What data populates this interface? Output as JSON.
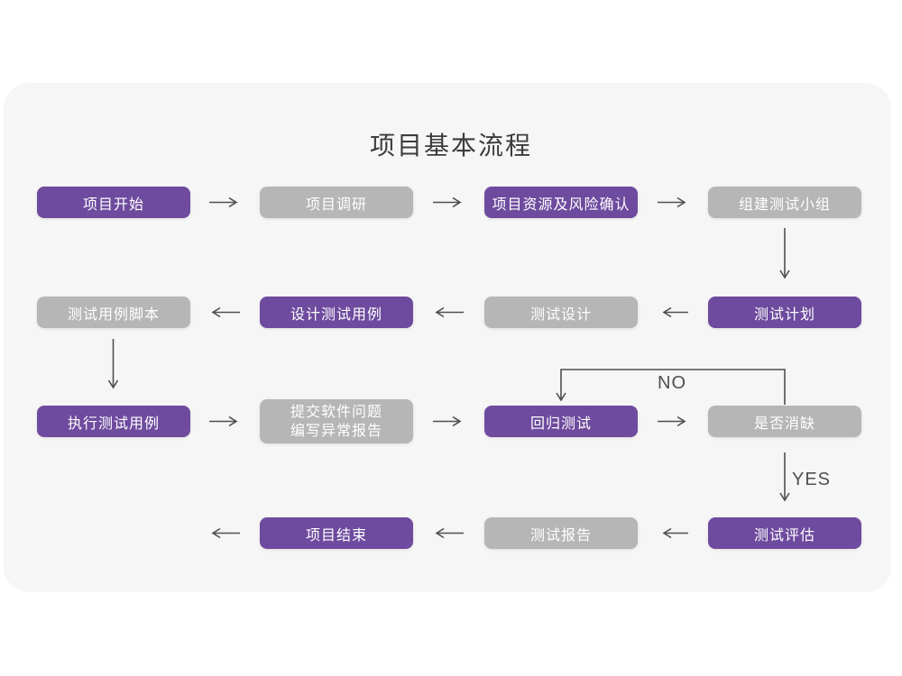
{
  "title": "项目基本流程",
  "colors": {
    "purple": "#6e4b9e",
    "gray": "#b6b6b6",
    "card_bg": "#f6f6f6",
    "arrow": "#4f4f4f",
    "title": "#3c3c3c"
  },
  "nodes": [
    {
      "id": "project-start",
      "label": "项目开始",
      "variant": "purple"
    },
    {
      "id": "project-research",
      "label": "项目调研",
      "variant": "gray"
    },
    {
      "id": "resources-risk-confirm",
      "label": "项目资源及风险确认",
      "variant": "purple"
    },
    {
      "id": "form-test-team",
      "label": "组建测试小组",
      "variant": "gray"
    },
    {
      "id": "test-plan",
      "label": "测试计划",
      "variant": "purple"
    },
    {
      "id": "test-design",
      "label": "测试设计",
      "variant": "gray"
    },
    {
      "id": "design-test-cases",
      "label": "设计测试用例",
      "variant": "purple"
    },
    {
      "id": "test-case-scripts",
      "label": "测试用例脚本",
      "variant": "gray"
    },
    {
      "id": "execute-test-cases",
      "label": "执行测试用例",
      "variant": "purple"
    },
    {
      "id": "submit-issue-report",
      "label_line1": "提交软件问题",
      "label_line2": "编写异常报告",
      "variant": "gray"
    },
    {
      "id": "regression-test",
      "label": "回归测试",
      "variant": "purple"
    },
    {
      "id": "defect-cleared",
      "label": "是否消缺",
      "variant": "gray"
    },
    {
      "id": "test-evaluation",
      "label": "测试评估",
      "variant": "purple"
    },
    {
      "id": "test-report",
      "label": "测试报告",
      "variant": "gray"
    },
    {
      "id": "project-end",
      "label": "项目结束",
      "variant": "purple"
    }
  ],
  "edge_labels": {
    "no": "NO",
    "yes": "YES"
  }
}
